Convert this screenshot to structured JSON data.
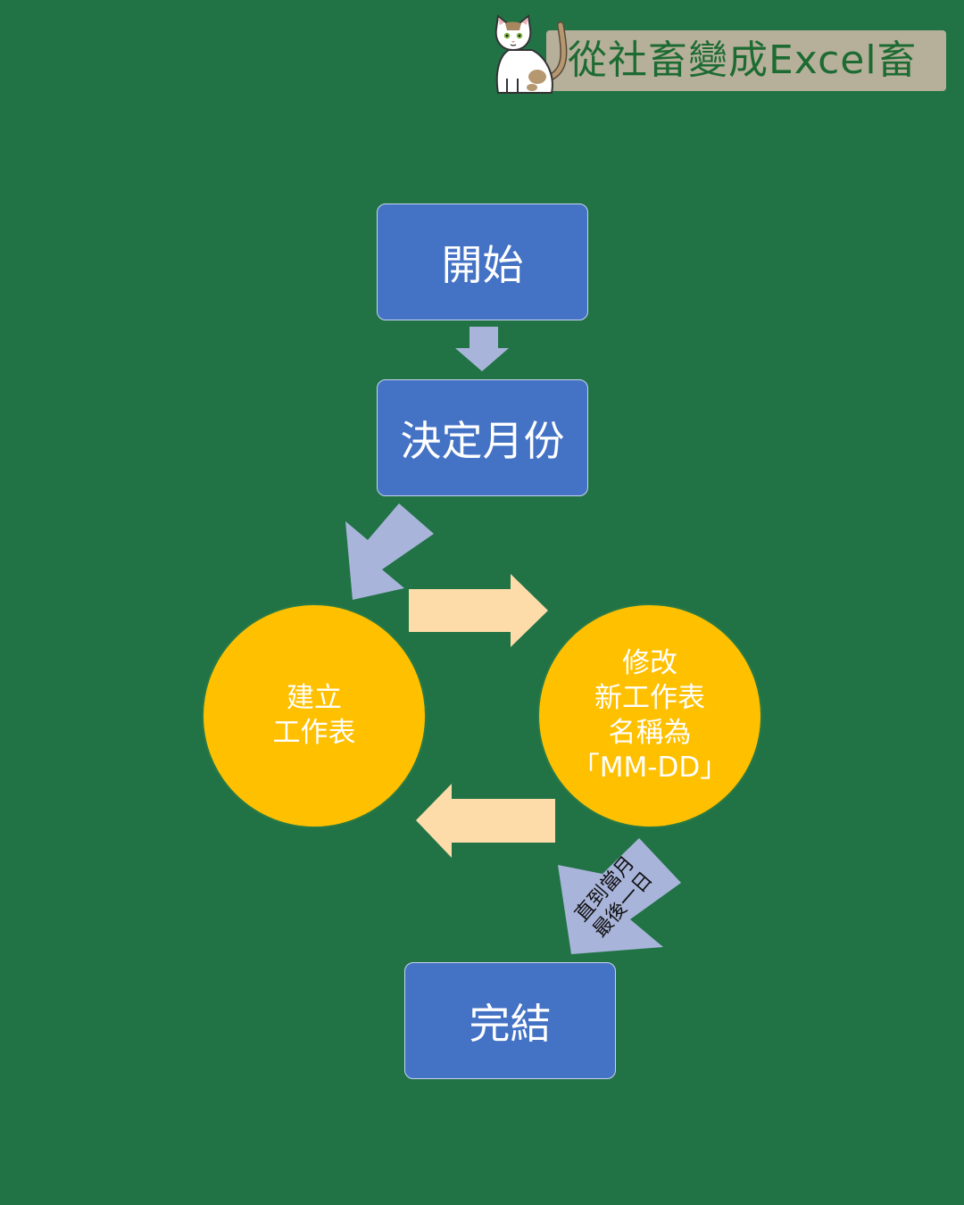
{
  "brand": {
    "text": "從社畜變成Excel畜",
    "icon": "cat-mascot-icon"
  },
  "nodes": {
    "start": "開始",
    "decide_month": "決定月份",
    "create_sheet": [
      "建立",
      "工作表"
    ],
    "rename_sheet": [
      "修改",
      "新工作表",
      "名稱為",
      "「MM-DD」"
    ],
    "end": "完結"
  },
  "loop_condition": [
    "直到當月",
    "最後一日"
  ],
  "colors": {
    "background": "#217346",
    "process_box": "#4472c4",
    "cycle_circle": "#ffc000",
    "flow_arrow": "#a9b4da",
    "cycle_arrow": "#fedcaa",
    "brand_bar": "#b6b09a",
    "brand_text": "#1d6b33"
  }
}
